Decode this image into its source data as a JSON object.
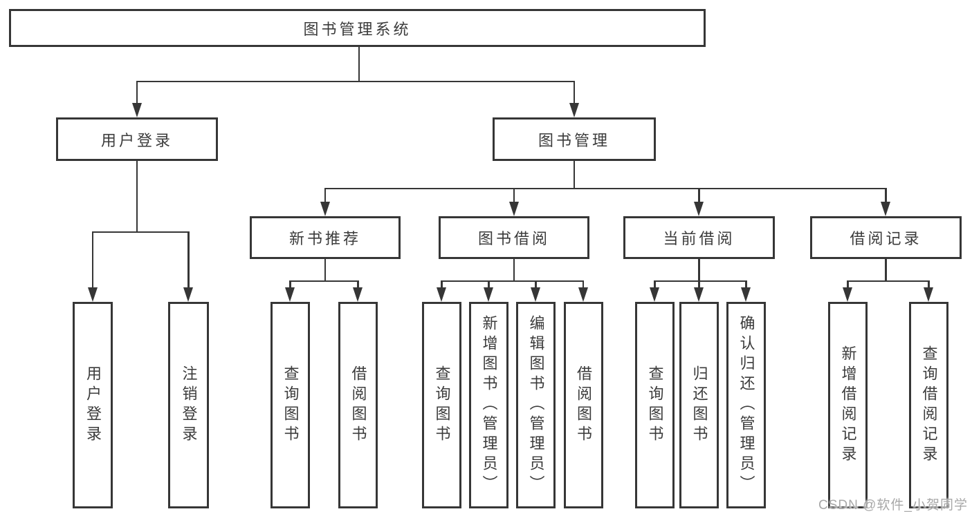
{
  "tree": {
    "label": "图书管理系统",
    "children": [
      {
        "label": "用户登录",
        "children": [
          {
            "label": "用户登录"
          },
          {
            "label": "注销登录"
          }
        ]
      },
      {
        "label": "图书管理",
        "children": [
          {
            "label": "新书推荐",
            "children": [
              {
                "label": "查询图书"
              },
              {
                "label": "借阅图书"
              }
            ]
          },
          {
            "label": "图书借阅",
            "children": [
              {
                "label": "查询图书"
              },
              {
                "label": "新增图书（管理员）"
              },
              {
                "label": "编辑图书（管理员）"
              },
              {
                "label": "借阅图书"
              }
            ]
          },
          {
            "label": "当前借阅",
            "children": [
              {
                "label": "查询图书"
              },
              {
                "label": "归还图书"
              },
              {
                "label": "确认归还（管理员）"
              }
            ]
          },
          {
            "label": "借阅记录",
            "children": [
              {
                "label": "新增借阅记录"
              },
              {
                "label": "查询借阅记录"
              }
            ]
          }
        ]
      }
    ]
  },
  "watermark": {
    "text": "CSDN @软件_小贺同学"
  },
  "colors": {
    "line": "#363636",
    "box_border": "#363636",
    "text": "#3b3b3b",
    "watermark": "#a8a8a8",
    "background": "#ffffff"
  }
}
